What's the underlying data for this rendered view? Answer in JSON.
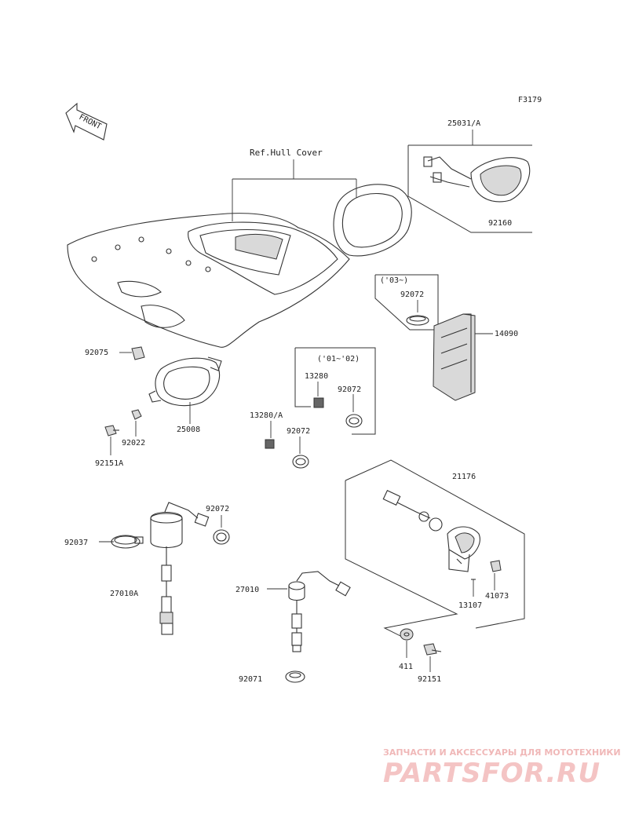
{
  "figure_code": "F3179",
  "front_label": "FRONT",
  "ref_label": "Ref.Hull Cover",
  "callouts": {
    "p25031": "25031/A",
    "p92160": "92160",
    "p92072_a": "92072",
    "p92072_b": "92072",
    "p92072_c": "92072",
    "p92072_d": "92072",
    "p14090": "14090",
    "p92075": "92075",
    "p13280": "13280",
    "p13280a": "13280/A",
    "p25008": "25008",
    "p92022": "92022",
    "p92151a": "92151A",
    "p21176": "21176",
    "p92037": "92037",
    "p27010a": "27010A",
    "p27010": "27010",
    "p41073": "41073",
    "p13107": "13107",
    "p411": "411",
    "p92151": "92151",
    "p92071": "92071"
  },
  "year_notes": {
    "y03": "('03~)",
    "y0102": "('01~'02)"
  },
  "watermark": {
    "tagline": "ЗАПЧАСТИ И АКСЕССУАРЫ ДЛЯ МОТОТЕХНИКИ",
    "brand": "PARTSFOR.RU"
  }
}
